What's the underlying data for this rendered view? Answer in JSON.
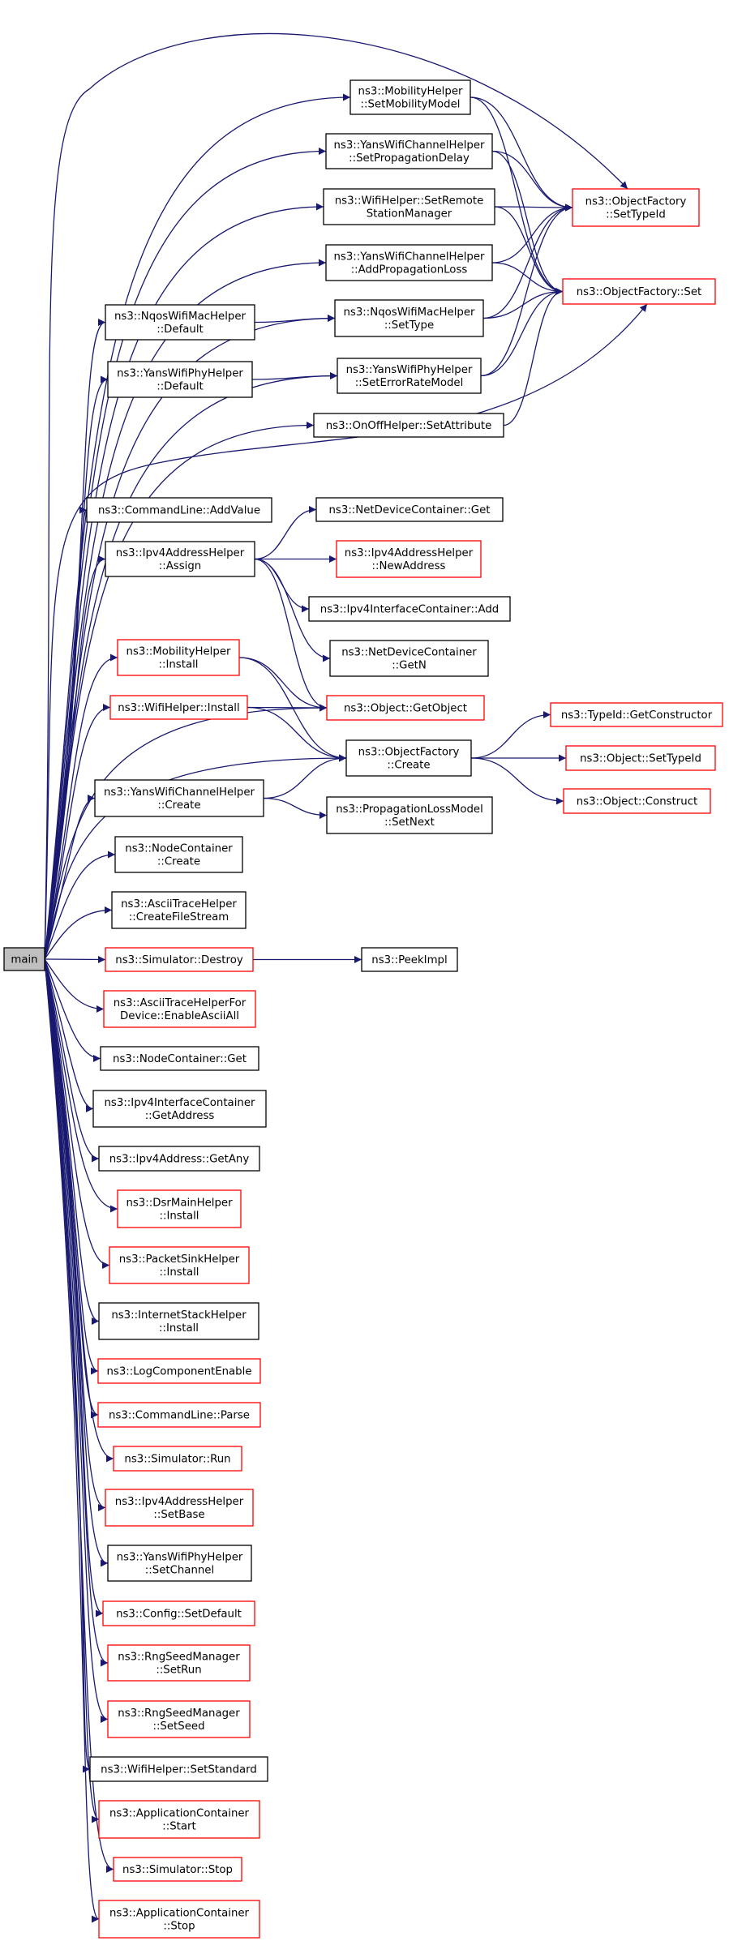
{
  "colors": {
    "edge": "#191970",
    "node_border": "#000000",
    "node_border_undocumented": "#ff0000",
    "root_fill": "#bfbfbf",
    "background": "#ffffff"
  },
  "root": {
    "id": "main",
    "lines": [
      "main"
    ]
  },
  "nodes": [
    {
      "id": "mob_setmodel",
      "lines": [
        "ns3::MobilityHelper",
        "::SetMobilityModel"
      ],
      "red": false
    },
    {
      "id": "of_settypeid",
      "lines": [
        "ns3::ObjectFactory",
        "::SetTypeId"
      ],
      "red": true
    },
    {
      "id": "ywch_setprop",
      "lines": [
        "ns3::YansWifiChannelHelper",
        "::SetPropagationDelay"
      ],
      "red": false
    },
    {
      "id": "wifi_setremote",
      "lines": [
        "ns3::WifiHelper::SetRemote",
        "StationManager"
      ],
      "red": false
    },
    {
      "id": "ywch_addloss",
      "lines": [
        "ns3::YansWifiChannelHelper",
        "::AddPropagationLoss"
      ],
      "red": false
    },
    {
      "id": "of_set",
      "lines": [
        "ns3::ObjectFactory::Set"
      ],
      "red": true
    },
    {
      "id": "nqos_default",
      "lines": [
        "ns3::NqosWifiMacHelper",
        "::Default"
      ],
      "red": false
    },
    {
      "id": "nqos_settype",
      "lines": [
        "ns3::NqosWifiMacHelper",
        "::SetType"
      ],
      "red": false
    },
    {
      "id": "ywph_default",
      "lines": [
        "ns3::YansWifiPhyHelper",
        "::Default"
      ],
      "red": false
    },
    {
      "id": "ywph_seterr",
      "lines": [
        "ns3::YansWifiPhyHelper",
        "::SetErrorRateModel"
      ],
      "red": false
    },
    {
      "id": "onoff_setattr",
      "lines": [
        "ns3::OnOffHelper::SetAttribute"
      ],
      "red": false
    },
    {
      "id": "cmd_addvalue",
      "lines": [
        "ns3::CommandLine::AddValue"
      ],
      "red": false
    },
    {
      "id": "ndc_get",
      "lines": [
        "ns3::NetDeviceContainer::Get"
      ],
      "red": false
    },
    {
      "id": "ipv4h_assign",
      "lines": [
        "ns3::Ipv4AddressHelper",
        "::Assign"
      ],
      "red": false
    },
    {
      "id": "ipv4h_newaddr",
      "lines": [
        "ns3::Ipv4AddressHelper",
        "::NewAddress"
      ],
      "red": true
    },
    {
      "id": "ipv4ic_add",
      "lines": [
        "ns3::Ipv4InterfaceContainer::Add"
      ],
      "red": false
    },
    {
      "id": "ndc_getn",
      "lines": [
        "ns3::NetDeviceContainer",
        "::GetN"
      ],
      "red": false
    },
    {
      "id": "mob_install",
      "lines": [
        "ns3::MobilityHelper",
        "::Install"
      ],
      "red": true
    },
    {
      "id": "obj_getobject",
      "lines": [
        "ns3::Object::GetObject"
      ],
      "red": true
    },
    {
      "id": "wifi_install",
      "lines": [
        "ns3::WifiHelper::Install"
      ],
      "red": true
    },
    {
      "id": "typeid_getctor",
      "lines": [
        "ns3::TypeId::GetConstructor"
      ],
      "red": true
    },
    {
      "id": "of_create",
      "lines": [
        "ns3::ObjectFactory",
        "::Create"
      ],
      "red": false
    },
    {
      "id": "obj_settypeid",
      "lines": [
        "ns3::Object::SetTypeId"
      ],
      "red": true
    },
    {
      "id": "ywch_create",
      "lines": [
        "ns3::YansWifiChannelHelper",
        "::Create"
      ],
      "red": false
    },
    {
      "id": "obj_construct",
      "lines": [
        "ns3::Object::Construct"
      ],
      "red": true
    },
    {
      "id": "plm_setnext",
      "lines": [
        "ns3::PropagationLossModel",
        "::SetNext"
      ],
      "red": false
    },
    {
      "id": "nc_create",
      "lines": [
        "ns3::NodeContainer",
        "::Create"
      ],
      "red": false
    },
    {
      "id": "ath_createfs",
      "lines": [
        "ns3::AsciiTraceHelper",
        "::CreateFileStream"
      ],
      "red": false
    },
    {
      "id": "sim_destroy",
      "lines": [
        "ns3::Simulator::Destroy"
      ],
      "red": true
    },
    {
      "id": "peekimpl",
      "lines": [
        "ns3::PeekImpl"
      ],
      "red": false
    },
    {
      "id": "athd_enableall",
      "lines": [
        "ns3::AsciiTraceHelperFor",
        "Device::EnableAsciiAll"
      ],
      "red": true
    },
    {
      "id": "nc_get",
      "lines": [
        "ns3::NodeContainer::Get"
      ],
      "red": false
    },
    {
      "id": "ipv4ic_getaddr",
      "lines": [
        "ns3::Ipv4InterfaceContainer",
        "::GetAddress"
      ],
      "red": false
    },
    {
      "id": "ipv4a_getany",
      "lines": [
        "ns3::Ipv4Address::GetAny"
      ],
      "red": false
    },
    {
      "id": "dsr_install",
      "lines": [
        "ns3::DsrMainHelper",
        "::Install"
      ],
      "red": true
    },
    {
      "id": "psh_install",
      "lines": [
        "ns3::PacketSinkHelper",
        "::Install"
      ],
      "red": true
    },
    {
      "id": "ish_install",
      "lines": [
        "ns3::InternetStackHelper",
        "::Install"
      ],
      "red": false
    },
    {
      "id": "log_enable",
      "lines": [
        "ns3::LogComponentEnable"
      ],
      "red": true
    },
    {
      "id": "cmd_parse",
      "lines": [
        "ns3::CommandLine::Parse"
      ],
      "red": true
    },
    {
      "id": "sim_run",
      "lines": [
        "ns3::Simulator::Run"
      ],
      "red": true
    },
    {
      "id": "ipv4h_setbase",
      "lines": [
        "ns3::Ipv4AddressHelper",
        "::SetBase"
      ],
      "red": true
    },
    {
      "id": "ywph_setchannel",
      "lines": [
        "ns3::YansWifiPhyHelper",
        "::SetChannel"
      ],
      "red": false
    },
    {
      "id": "cfg_setdefault",
      "lines": [
        "ns3::Config::SetDefault"
      ],
      "red": true
    },
    {
      "id": "rng_setrun",
      "lines": [
        "ns3::RngSeedManager",
        "::SetRun"
      ],
      "red": true
    },
    {
      "id": "rng_setseed",
      "lines": [
        "ns3::RngSeedManager",
        "::SetSeed"
      ],
      "red": true
    },
    {
      "id": "wifi_setstd",
      "lines": [
        "ns3::WifiHelper::SetStandard"
      ],
      "red": false
    },
    {
      "id": "appc_start",
      "lines": [
        "ns3::ApplicationContainer",
        "::Start"
      ],
      "red": true
    },
    {
      "id": "sim_stop",
      "lines": [
        "ns3::Simulator::Stop"
      ],
      "red": true
    },
    {
      "id": "appc_stop",
      "lines": [
        "ns3::ApplicationContainer",
        "::Stop"
      ],
      "red": true
    }
  ],
  "edges": [
    [
      "main",
      "mob_setmodel"
    ],
    [
      "main",
      "of_settypeid"
    ],
    [
      "main",
      "ywch_setprop"
    ],
    [
      "main",
      "wifi_setremote"
    ],
    [
      "main",
      "ywch_addloss"
    ],
    [
      "main",
      "nqos_default"
    ],
    [
      "main",
      "nqos_settype"
    ],
    [
      "main",
      "ywph_default"
    ],
    [
      "main",
      "ywph_seterr"
    ],
    [
      "main",
      "onoff_setattr"
    ],
    [
      "main",
      "of_set"
    ],
    [
      "main",
      "cmd_addvalue"
    ],
    [
      "main",
      "ipv4h_assign"
    ],
    [
      "main",
      "obj_getobject"
    ],
    [
      "main",
      "mob_install"
    ],
    [
      "main",
      "wifi_install"
    ],
    [
      "main",
      "of_create"
    ],
    [
      "main",
      "ywch_create"
    ],
    [
      "main",
      "nc_create"
    ],
    [
      "main",
      "ath_createfs"
    ],
    [
      "main",
      "sim_destroy"
    ],
    [
      "main",
      "athd_enableall"
    ],
    [
      "main",
      "nc_get"
    ],
    [
      "main",
      "ipv4ic_getaddr"
    ],
    [
      "main",
      "ipv4a_getany"
    ],
    [
      "main",
      "dsr_install"
    ],
    [
      "main",
      "psh_install"
    ],
    [
      "main",
      "ish_install"
    ],
    [
      "main",
      "log_enable"
    ],
    [
      "main",
      "cmd_parse"
    ],
    [
      "main",
      "sim_run"
    ],
    [
      "main",
      "ipv4h_setbase"
    ],
    [
      "main",
      "ywph_setchannel"
    ],
    [
      "main",
      "cfg_setdefault"
    ],
    [
      "main",
      "rng_setrun"
    ],
    [
      "main",
      "rng_setseed"
    ],
    [
      "main",
      "wifi_setstd"
    ],
    [
      "main",
      "appc_start"
    ],
    [
      "main",
      "sim_stop"
    ],
    [
      "main",
      "appc_stop"
    ],
    [
      "mob_setmodel",
      "of_settypeid"
    ],
    [
      "mob_setmodel",
      "of_set"
    ],
    [
      "ywch_setprop",
      "of_settypeid"
    ],
    [
      "ywch_setprop",
      "of_set"
    ],
    [
      "wifi_setremote",
      "of_settypeid"
    ],
    [
      "wifi_setremote",
      "of_set"
    ],
    [
      "ywch_addloss",
      "of_settypeid"
    ],
    [
      "ywch_addloss",
      "of_set"
    ],
    [
      "nqos_default",
      "nqos_settype"
    ],
    [
      "nqos_settype",
      "of_settypeid"
    ],
    [
      "nqos_settype",
      "of_set"
    ],
    [
      "ywph_default",
      "ywph_seterr"
    ],
    [
      "ywph_seterr",
      "of_settypeid"
    ],
    [
      "ywph_seterr",
      "of_set"
    ],
    [
      "onoff_setattr",
      "of_set"
    ],
    [
      "ipv4h_assign",
      "ndc_get"
    ],
    [
      "ipv4h_assign",
      "ipv4h_newaddr"
    ],
    [
      "ipv4h_assign",
      "ipv4ic_add"
    ],
    [
      "ipv4h_assign",
      "ndc_getn"
    ],
    [
      "ipv4h_assign",
      "obj_getobject"
    ],
    [
      "mob_install",
      "obj_getobject"
    ],
    [
      "mob_install",
      "of_create"
    ],
    [
      "wifi_install",
      "obj_getobject"
    ],
    [
      "wifi_install",
      "of_create"
    ],
    [
      "of_create",
      "typeid_getctor"
    ],
    [
      "of_create",
      "obj_settypeid"
    ],
    [
      "of_create",
      "obj_construct"
    ],
    [
      "ywch_create",
      "of_create"
    ],
    [
      "ywch_create",
      "plm_setnext"
    ],
    [
      "sim_destroy",
      "peekimpl"
    ]
  ]
}
